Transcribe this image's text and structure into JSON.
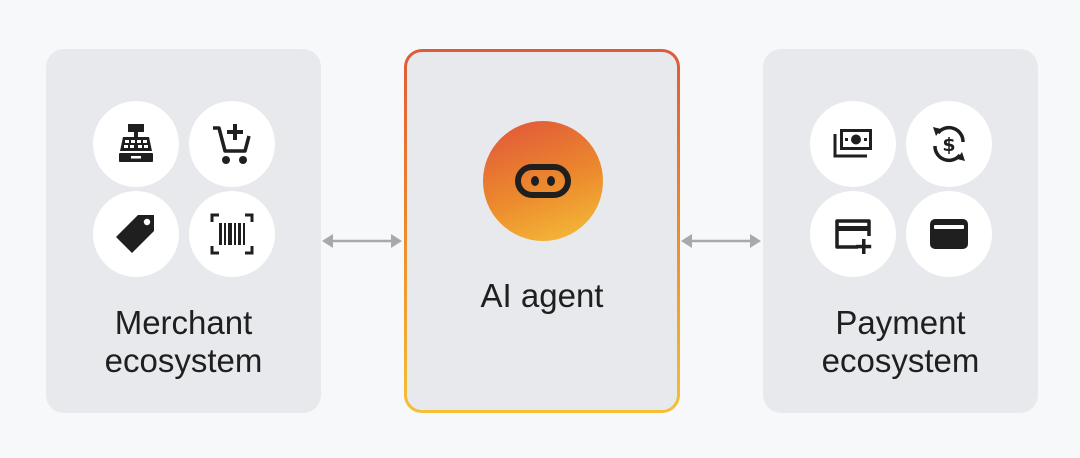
{
  "merchant": {
    "title_line1": "Merchant",
    "title_line2": "ecosystem",
    "icons": [
      "cash-register-icon",
      "add-to-cart-icon",
      "price-tag-icon",
      "barcode-icon"
    ]
  },
  "agent": {
    "title": "AI agent",
    "icon": "robot-face-icon"
  },
  "payment": {
    "title_line1": "Payment",
    "title_line2": "ecosystem",
    "icons": [
      "banknotes-icon",
      "currency-exchange-icon",
      "add-card-icon",
      "wallet-icon"
    ]
  },
  "colors": {
    "background": "#f7f8fa",
    "panel": "#e8e9ec",
    "icon_circle": "#ffffff",
    "icon_fill": "#1f1f1f",
    "arrow": "#a7a9ad",
    "agent_gradient": [
      "#e0543b",
      "#ec8a2d",
      "#f5c03a"
    ]
  }
}
